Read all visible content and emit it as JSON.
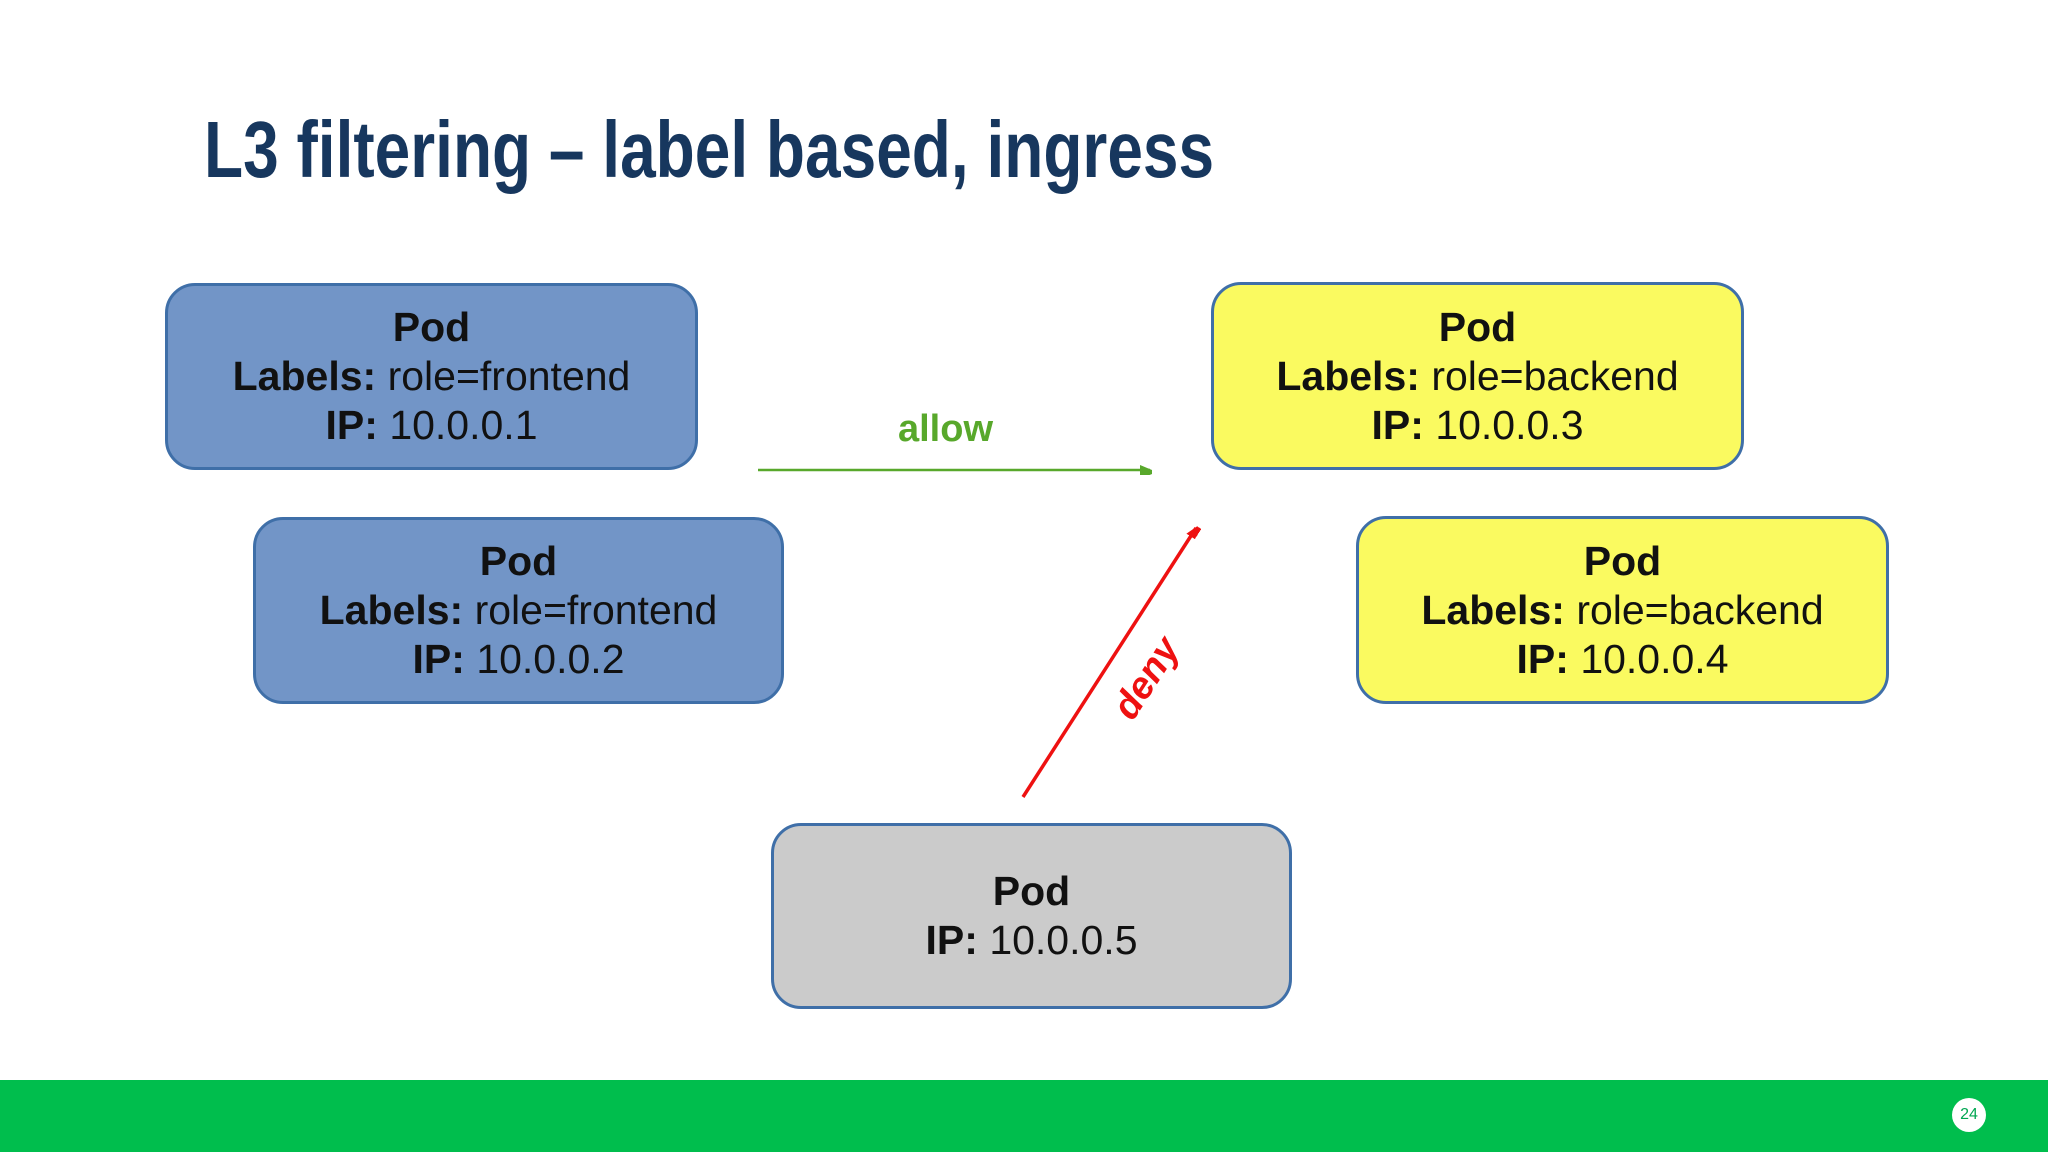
{
  "slide": {
    "title": "L3 filtering – label based, ingress",
    "page_number": "24"
  },
  "pods": [
    {
      "name": "Pod",
      "labels_key": "Labels:",
      "labels_value": "role=frontend",
      "ip_key": "IP:",
      "ip_value": "10.0.0.1",
      "fill": "blue"
    },
    {
      "name": "Pod",
      "labels_key": "Labels:",
      "labels_value": "role=frontend",
      "ip_key": "IP:",
      "ip_value": "10.0.0.2",
      "fill": "blue"
    },
    {
      "name": "Pod",
      "labels_key": "Labels:",
      "labels_value": "role=backend",
      "ip_key": "IP:",
      "ip_value": "10.0.0.3",
      "fill": "yellow"
    },
    {
      "name": "Pod",
      "labels_key": "Labels:",
      "labels_value": "role=backend",
      "ip_key": "IP:",
      "ip_value": "10.0.0.4",
      "fill": "yellow"
    },
    {
      "name": "Pod",
      "ip_key": "IP:",
      "ip_value": "10.0.0.5",
      "fill": "gray"
    }
  ],
  "edges": [
    {
      "label": "allow",
      "from": "pod role=frontend 10.0.0.1",
      "to": "pod role=backend 10.0.0.3",
      "color": "#58A82B"
    },
    {
      "label": "deny",
      "from": "pod 10.0.0.5",
      "to": "pod role=backend 10.0.0.3",
      "color": "#EE1111"
    }
  ],
  "colors": {
    "title_navy": "#17375E",
    "pod_blue": "#7295C7",
    "pod_yellow": "#FAFA60",
    "pod_gray": "#CBCBCB",
    "pod_border": "#3F6FA8",
    "allow_green": "#58A82B",
    "deny_red": "#EE1111",
    "footer_green": "#00BE4D",
    "page_number_green": "#00A651"
  }
}
